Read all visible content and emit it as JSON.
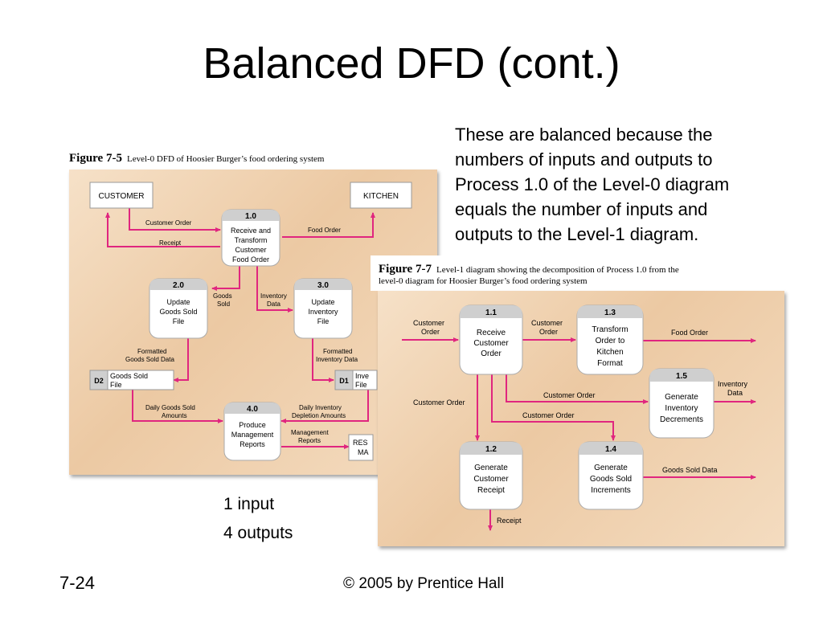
{
  "slide": {
    "title": "Balanced DFD (cont.)",
    "explanation": [
      "These are balanced because the",
      "numbers of inputs and outputs to",
      "Process 1.0 of the Level-0 diagram",
      "equals the number of inputs and",
      "outputs to the Level-1 diagram."
    ],
    "counts": {
      "inputs": "1 input",
      "outputs": "4 outputs"
    },
    "page_number": "7-24",
    "copyright": "© 2005 by Prentice Hall"
  },
  "fig5": {
    "label": "Figure 7-5",
    "caption": "Level-0 DFD of Hoosier Burger’s food ordering system",
    "entities": {
      "customer": "CUSTOMER",
      "kitchen": "KITCHEN",
      "restaurant": [
        "RES",
        "MA"
      ]
    },
    "processes": [
      {
        "id": "1.0",
        "lines": [
          "Receive and",
          "Transform",
          "Customer",
          "Food Order"
        ]
      },
      {
        "id": "2.0",
        "lines": [
          "Update",
          "Goods Sold",
          "File"
        ]
      },
      {
        "id": "3.0",
        "lines": [
          "Update",
          "Inventory",
          "File"
        ]
      },
      {
        "id": "4.0",
        "lines": [
          "Produce",
          "Management",
          "Reports"
        ]
      }
    ],
    "stores": [
      {
        "id": "D2",
        "lines": [
          "Goods Sold",
          "File"
        ]
      },
      {
        "id": "D1",
        "lines": [
          "Inve",
          "File"
        ]
      }
    ],
    "flows": {
      "customer_order": "Customer Order",
      "receipt": "Receipt",
      "food_order": "Food Order",
      "goods_sold": [
        "Goods",
        "Sold"
      ],
      "inventory_data": [
        "Inventory",
        "Data"
      ],
      "formatted_goods": [
        "Formatted",
        "Goods Sold Data"
      ],
      "formatted_inventory": [
        "Formatted",
        "Inventory Data"
      ],
      "daily_goods": [
        "Daily Goods Sold",
        "Amounts"
      ],
      "daily_inventory": [
        "Daily Inventory",
        "Depletion Amounts"
      ],
      "management_reports": [
        "Management",
        "Reports"
      ]
    }
  },
  "fig7": {
    "label": "Figure 7-7",
    "caption": [
      "Level-1 diagram showing the decomposition of Process 1.0 from the",
      "level-0 diagram for Hoosier Burger’s food ordering system"
    ],
    "processes": [
      {
        "id": "1.1",
        "lines": [
          "Receive",
          "Customer",
          "Order"
        ]
      },
      {
        "id": "1.3",
        "lines": [
          "Transform",
          "Order to",
          "Kitchen",
          "Format"
        ]
      },
      {
        "id": "1.5",
        "lines": [
          "Generate",
          "Inventory",
          "Decrements"
        ]
      },
      {
        "id": "1.2",
        "lines": [
          "Generate",
          "Customer",
          "Receipt"
        ]
      },
      {
        "id": "1.4",
        "lines": [
          "Generate",
          "Goods Sold",
          "Increments"
        ]
      }
    ],
    "flows": {
      "customer_order_in": [
        "Customer",
        "Order"
      ],
      "customer_order_13": [
        "Customer",
        "Order"
      ],
      "food_order": "Food Order",
      "inventory_data": [
        "Inventory",
        "Data"
      ],
      "customer_order_12": "Customer Order",
      "customer_order_15": "Customer Order",
      "customer_order_14": "Customer Order",
      "goods_sold_data": "Goods Sold Data",
      "receipt": "Receipt"
    }
  },
  "colors": {
    "arrow": "#e0267f",
    "panel": "#efd0ad",
    "process_header": "#cfcfcf"
  }
}
